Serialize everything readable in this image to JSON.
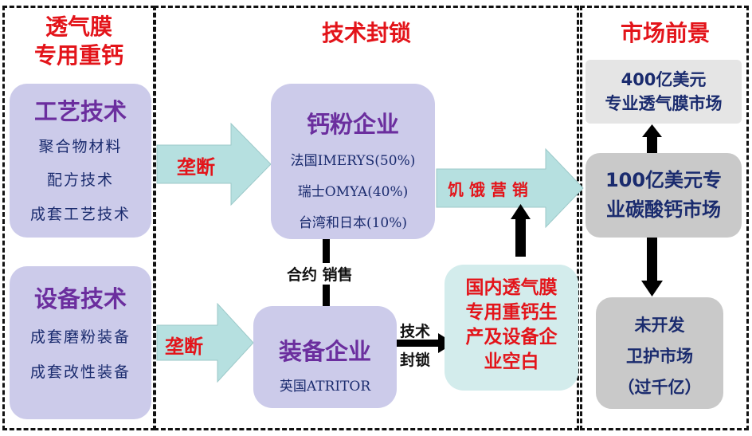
{
  "sections": {
    "left_title": "透气膜\n专用重钙",
    "middle_title": "技术封锁",
    "right_title": "市场前景"
  },
  "process_box": {
    "heading": "工艺技术",
    "items": [
      "聚合物材料",
      "配方技术",
      "成套工艺技术"
    ]
  },
  "equipment_box": {
    "heading": "设备技术",
    "items": [
      "成套磨粉装备",
      "成套改性装备"
    ]
  },
  "monopoly_labels": [
    "垄断",
    "垄断"
  ],
  "calcium_box": {
    "heading": "钙粉企业",
    "items": [
      "法国IMERYS(50%)",
      "瑞士OMYA(40%)",
      "台湾和日本(10%)"
    ]
  },
  "equipment_company_box": {
    "heading": "装备企业",
    "items": [
      "英国ATRITOR"
    ]
  },
  "arrow_labels": {
    "hunger_marketing": "饥 饿 营 销",
    "contract_sales": "合约 销售",
    "tech_block_1": "技术",
    "tech_block_2": "封锁"
  },
  "domestic_box": {
    "text": "国内透气膜\n专用重钙生\n产及设备企\n业空白"
  },
  "market_400": {
    "text": "400亿美元\n专业透气膜市场"
  },
  "market_100": {
    "text": "100亿美元专\n业碳酸钙市场"
  },
  "market_undeveloped": {
    "text": "未开发\n卫护市场\n（过千亿）"
  }
}
